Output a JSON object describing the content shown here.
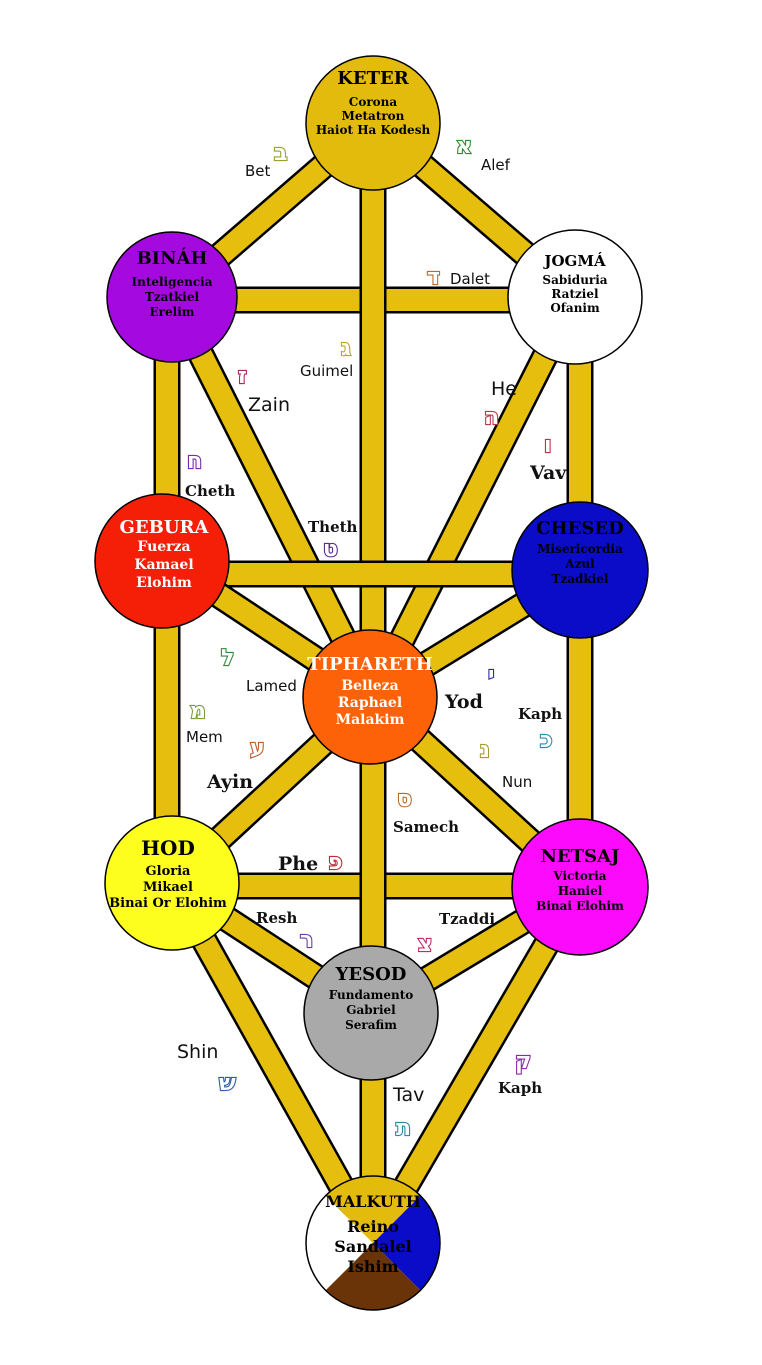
{
  "nodes": {
    "keter": {
      "title": "KETER",
      "lines": [
        "Corona",
        "Metatron",
        "Haiot Ha Kodesh"
      ],
      "color": "#e3bb0c",
      "text_color": "#000000"
    },
    "binah": {
      "title": "BINÁH",
      "lines": [
        "Inteligencia",
        "Tzatkiel",
        "Erelim"
      ],
      "color": "#a40ae0",
      "text_color": "#000000"
    },
    "jogma": {
      "title": "JOGMÁ",
      "lines": [
        "Sabiduria",
        "Ratziel",
        "Ofanim"
      ],
      "color": "#ffffff",
      "text_color": "#000000"
    },
    "gebura": {
      "title": "GEBURA",
      "lines": [
        "Fuerza",
        "Kamael",
        "Elohim"
      ],
      "color": "#f51f08",
      "text_color": "#ffffff"
    },
    "chesed": {
      "title": "CHESED",
      "lines": [
        "Misericordia",
        "Azul",
        "Tzadkiel"
      ],
      "color": "#0a0cc8",
      "text_color": "#000000"
    },
    "tiphareth": {
      "title": "TIPHARETH",
      "lines": [
        "Belleza",
        "Raphael",
        "Malakim"
      ],
      "color": "#fe6208",
      "text_color": "#ffffff"
    },
    "hod": {
      "title": "HOD",
      "lines": [
        "Gloria",
        "Mikael",
        "Binai Or Elohim"
      ],
      "color": "#fefe1e",
      "text_color": "#000000"
    },
    "netsaj": {
      "title": "NETSAJ",
      "lines": [
        "Victoria",
        "Haniel",
        "Binai Elohim"
      ],
      "color": "#fc0afc",
      "text_color": "#000000"
    },
    "yesod": {
      "title": "YESOD",
      "lines": [
        "Fundamento",
        "Gabriel",
        "Serafim"
      ],
      "color": "#a9a9a9",
      "text_color": "#000000"
    },
    "malkuth": {
      "title": "MALKUTH",
      "lines": [
        "Reino",
        "Sandalel",
        "Ishim"
      ],
      "colors": [
        "#ffffff",
        "#0a0cc8",
        "#6b3408",
        "#e3bb0c"
      ],
      "text_color": "#000000"
    }
  },
  "paths": {
    "alef": {
      "name": "Alef",
      "glyph": "א",
      "glyph_color": "#2e8b2e"
    },
    "bet": {
      "name": "Bet",
      "glyph": "ב",
      "glyph_color": "#9aa02a"
    },
    "guimel": {
      "name": "Guimel",
      "glyph": "ג",
      "glyph_color": "#b3a82a"
    },
    "dalet": {
      "name": "Dalet",
      "glyph": "ד",
      "glyph_color": "#b86b2a"
    },
    "he": {
      "name": "He",
      "glyph": "ה",
      "glyph_color": "#c0344a"
    },
    "vav": {
      "name": "Vav",
      "glyph": "ו",
      "glyph_color": "#c0304a"
    },
    "zain": {
      "name": "Zain",
      "glyph": "ז",
      "glyph_color": "#a82a5a"
    },
    "cheth": {
      "name": "Cheth",
      "glyph": "ח",
      "glyph_color": "#7a2aa8"
    },
    "theth": {
      "name": "Theth",
      "glyph": "ט",
      "glyph_color": "#5a2a8a"
    },
    "yod": {
      "name": "Yod",
      "glyph": "י",
      "glyph_color": "#2a2aa8"
    },
    "kaph": {
      "name": "Kaph",
      "glyph": "כ",
      "glyph_color": "#2a8ab0"
    },
    "lamed": {
      "name": "Lamed",
      "glyph": "ל",
      "glyph_color": "#2e8b3a"
    },
    "mem": {
      "name": "Mem",
      "glyph": "מ",
      "glyph_color": "#7aa03a"
    },
    "nun": {
      "name": "Nun",
      "glyph": "נ",
      "glyph_color": "#a89a2a"
    },
    "samech": {
      "name": "Samech",
      "glyph": "ס",
      "glyph_color": "#b86a2a"
    },
    "ayin": {
      "name": "Ayin",
      "glyph": "ע",
      "glyph_color": "#c05a2a"
    },
    "phe": {
      "name": "Phe",
      "glyph": "פ",
      "glyph_color": "#c02a3a"
    },
    "tzaddi": {
      "name": "Tzaddi",
      "glyph": "צ",
      "glyph_color": "#c02a6a"
    },
    "qoph": {
      "name": "Kaph",
      "glyph": "ק",
      "glyph_color": "#8a2aa8"
    },
    "resh": {
      "name": "Resh",
      "glyph": "ר",
      "glyph_color": "#6a3aa8"
    },
    "shin": {
      "name": "Shin",
      "glyph": "ש",
      "glyph_color": "#2a5aa8"
    },
    "tav": {
      "name": "Tav",
      "glyph": "ת",
      "glyph_color": "#2a8a9a"
    }
  }
}
